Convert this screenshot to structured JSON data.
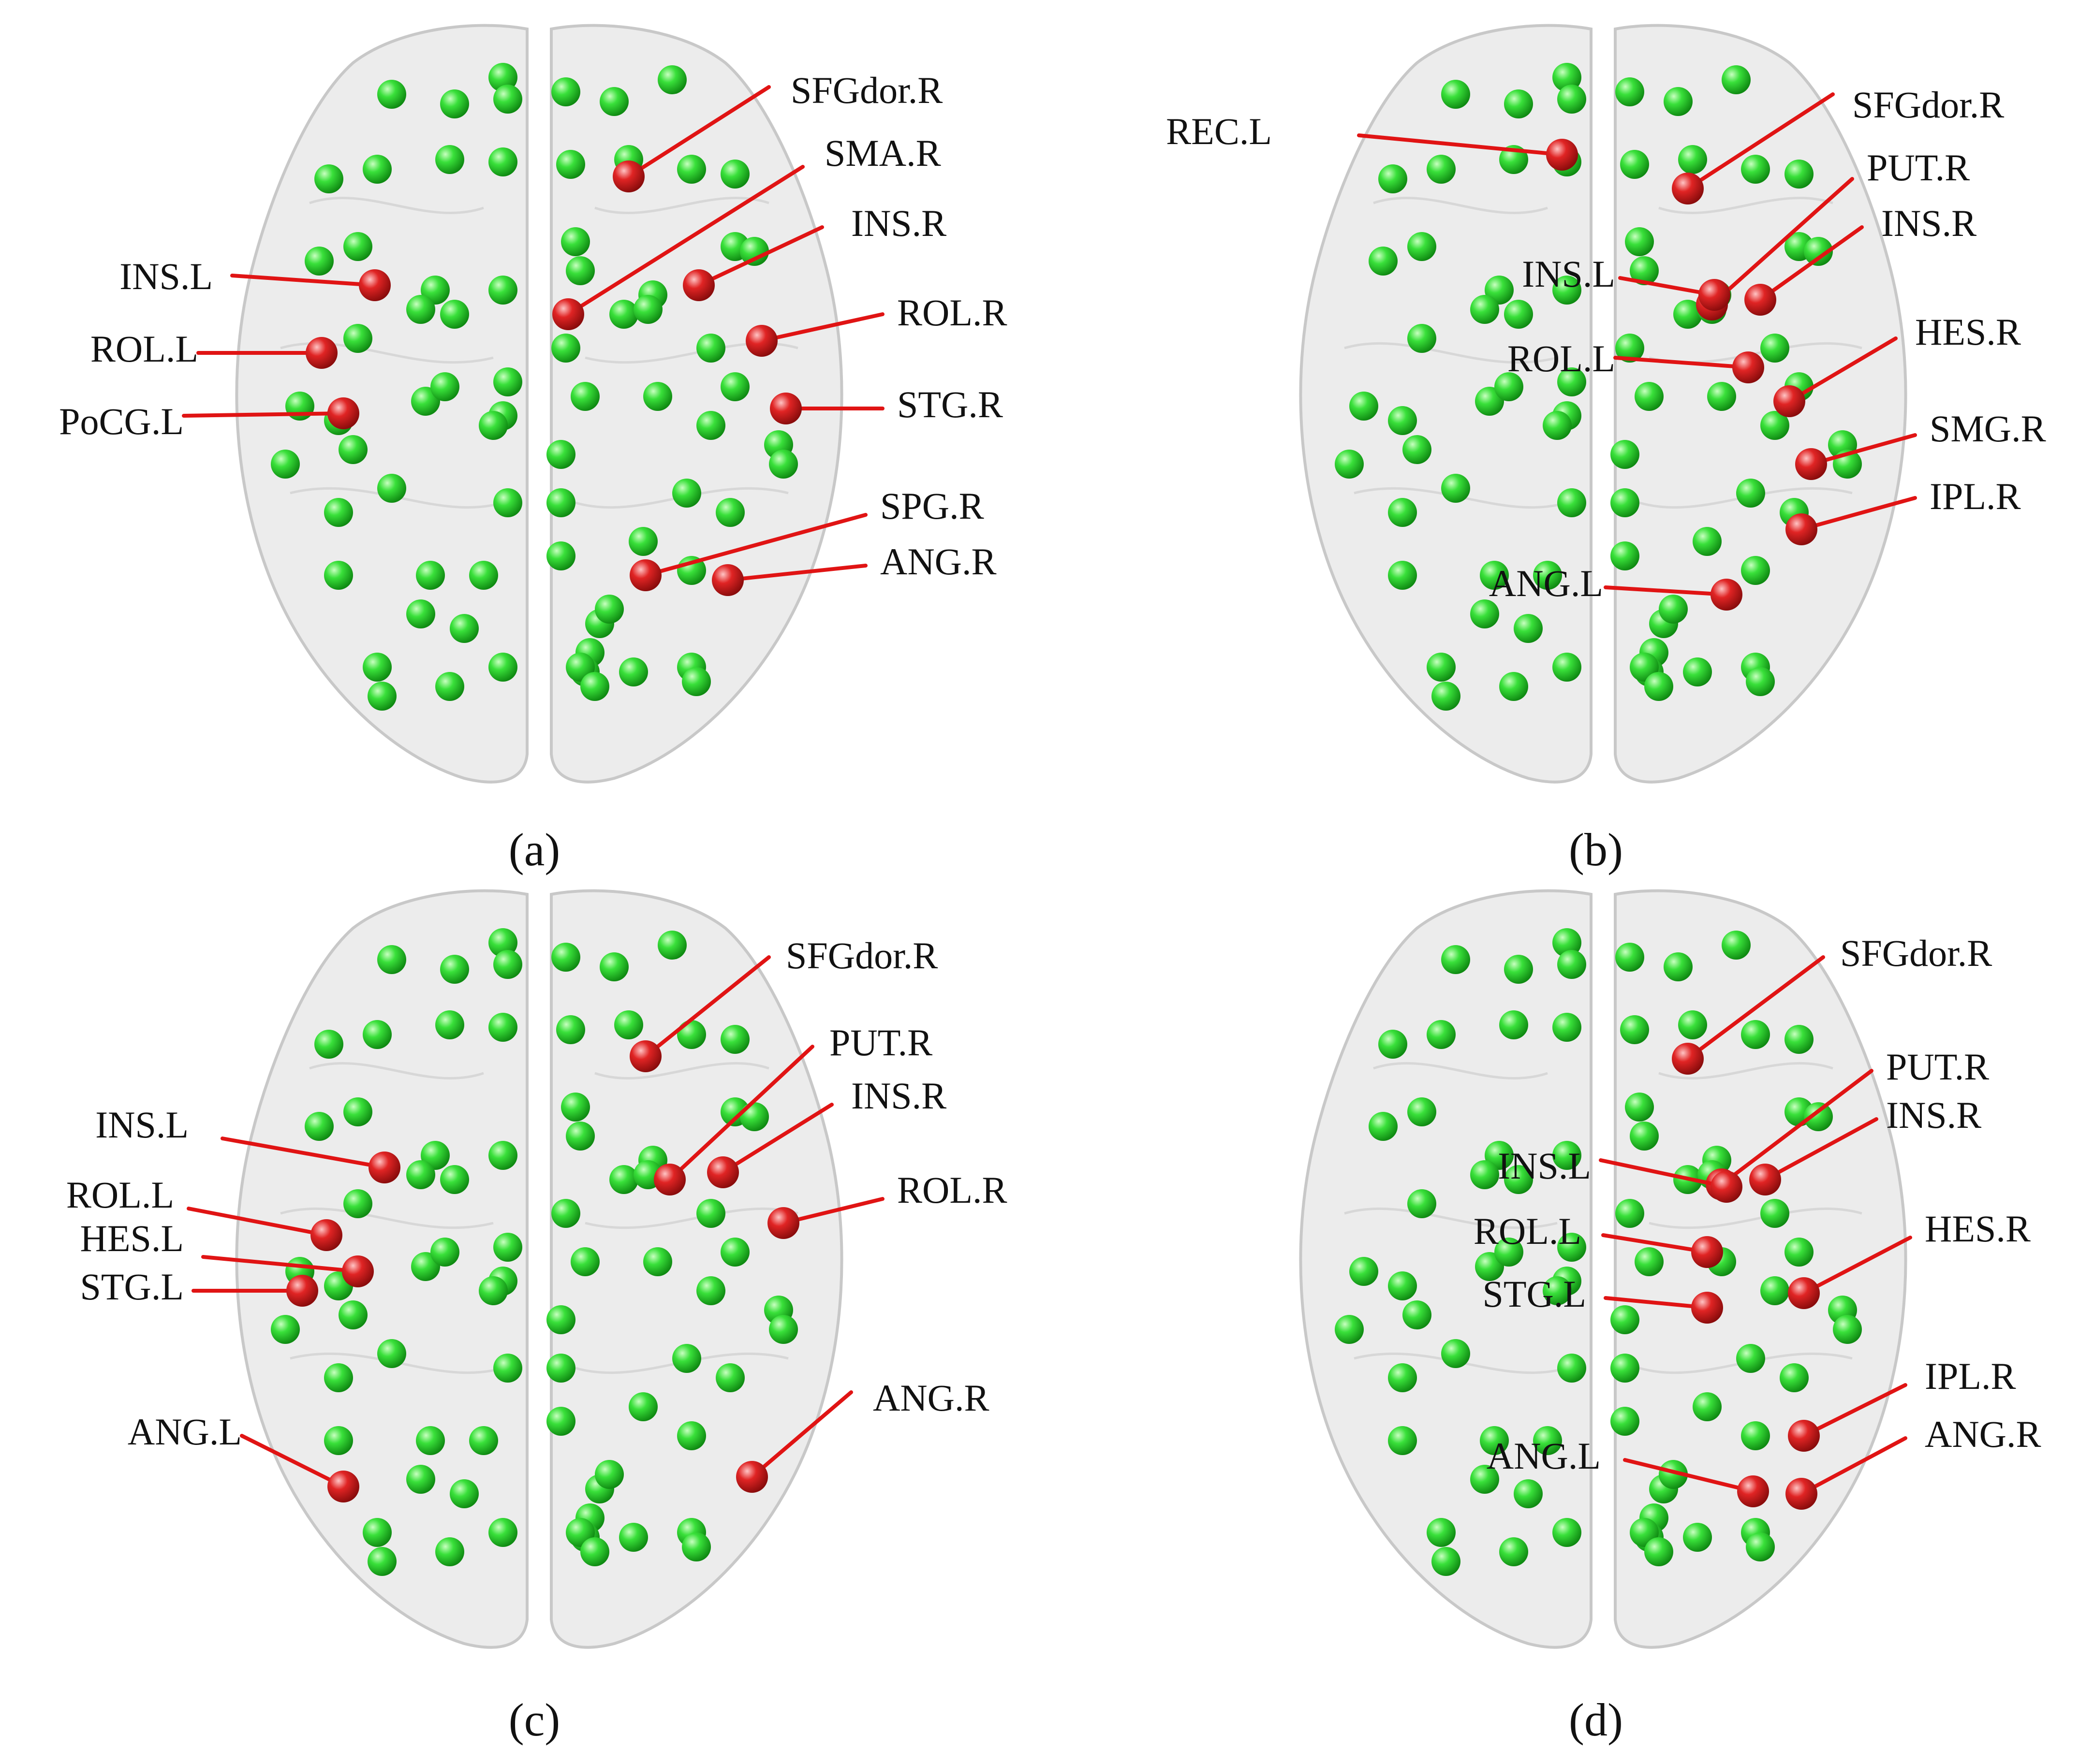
{
  "colors": {
    "region_node": "#dc1e1e",
    "other_node": "#22cc22",
    "leader": "#e01414",
    "brain": "#ececec"
  },
  "panels": [
    {
      "caption": "(a)",
      "labels": [
        {
          "text": "SFGdor.R",
          "anchor": "start"
        },
        {
          "text": "SMA.R",
          "anchor": "start"
        },
        {
          "text": "INS.R",
          "anchor": "start"
        },
        {
          "text": "INS.L",
          "anchor": "end"
        },
        {
          "text": "ROL.R",
          "anchor": "start"
        },
        {
          "text": "ROL.L",
          "anchor": "end"
        },
        {
          "text": "STG.R",
          "anchor": "start"
        },
        {
          "text": "PoCG.L",
          "anchor": "end"
        },
        {
          "text": "SPG.R",
          "anchor": "start"
        },
        {
          "text": "ANG.R",
          "anchor": "start"
        }
      ]
    },
    {
      "caption": "(b)",
      "labels": [
        {
          "text": "SFGdor.R",
          "anchor": "start"
        },
        {
          "text": "REC.L",
          "anchor": "end"
        },
        {
          "text": "PUT.R",
          "anchor": "start"
        },
        {
          "text": "INS.R",
          "anchor": "start"
        },
        {
          "text": "INS.L",
          "anchor": "end"
        },
        {
          "text": "ROL.L",
          "anchor": "end"
        },
        {
          "text": "HES.R",
          "anchor": "start"
        },
        {
          "text": "SMG.R",
          "anchor": "start"
        },
        {
          "text": "IPL.R",
          "anchor": "start"
        },
        {
          "text": "ANG.L",
          "anchor": "end"
        }
      ]
    },
    {
      "caption": "(c)",
      "labels": [
        {
          "text": "SFGdor.R",
          "anchor": "start"
        },
        {
          "text": "PUT.R",
          "anchor": "start"
        },
        {
          "text": "INS.R",
          "anchor": "start"
        },
        {
          "text": "INS.L",
          "anchor": "end"
        },
        {
          "text": "ROL.R",
          "anchor": "start"
        },
        {
          "text": "ROL.L",
          "anchor": "end"
        },
        {
          "text": "HES.L",
          "anchor": "end"
        },
        {
          "text": "STG.L",
          "anchor": "end"
        },
        {
          "text": "ANG.R",
          "anchor": "start"
        },
        {
          "text": "ANG.L",
          "anchor": "end"
        }
      ]
    },
    {
      "caption": "(d)",
      "labels": [
        {
          "text": "SFGdor.R",
          "anchor": "start"
        },
        {
          "text": "PUT.R",
          "anchor": "start"
        },
        {
          "text": "INS.R",
          "anchor": "start"
        },
        {
          "text": "INS.L",
          "anchor": "end"
        },
        {
          "text": "ROL.L",
          "anchor": "end"
        },
        {
          "text": "HES.R",
          "anchor": "start"
        },
        {
          "text": "STG.L",
          "anchor": "end"
        },
        {
          "text": "IPL.R",
          "anchor": "start"
        },
        {
          "text": "ANG.R",
          "anchor": "start"
        },
        {
          "text": "ANG.L",
          "anchor": "end"
        }
      ]
    }
  ]
}
